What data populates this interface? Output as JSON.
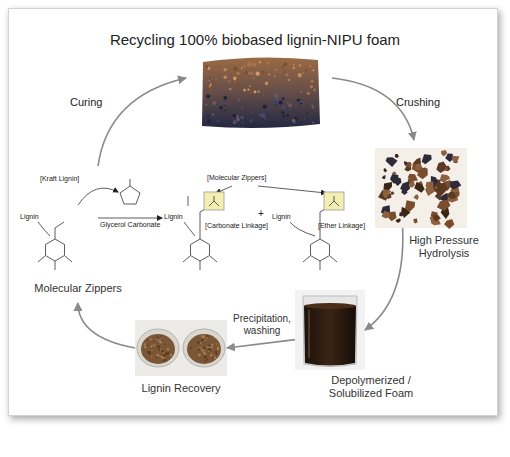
{
  "diagram": {
    "title": "Recycling 100% biobased lignin-NIPU foam",
    "nodes": [
      {
        "text": [
          "High Pressure Hydrolysis"
        ]
      },
      {
        "text": [
          "Depolymerized / Solubilized Foam"
        ]
      },
      {
        "text": [
          "Lignin Recovery"
        ]
      },
      {
        "text": [
          "Molecular Zippers"
        ]
      }
    ],
    "edges": [
      {
        "from": 0,
        "to": 1,
        "arrow": "to"
      },
      {
        "from": 1,
        "to": 2,
        "label": "Precipitation, washing",
        "arrow": "to"
      },
      {
        "from": 2,
        "to": 3,
        "arrow": "to"
      }
    ],
    "labels": [
      "[Kraft Lignin]",
      "Glycerol Carbonate",
      "Lignin",
      "[Molecular Zippers]",
      "Lignin",
      "[Carbonate Linkage]",
      "+",
      "Lignin",
      "[Ether Linkage]",
      "Curing",
      "Crushing"
    ]
  }
}
